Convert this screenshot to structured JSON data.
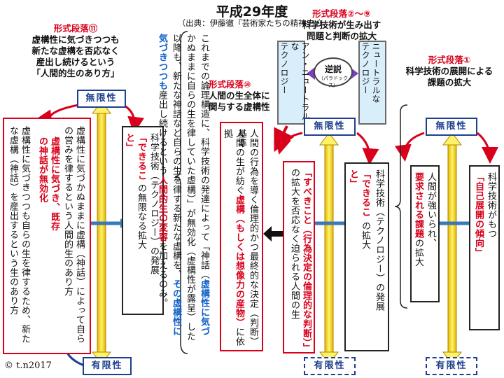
{
  "header": {
    "title": "平成29年度",
    "source": "（出典：伊藤徹『芸術家たちの精神史』）"
  },
  "captions": {
    "p11": {
      "label": "形式段落⑪",
      "text": "虚構性に気づきつつも\n新たな虚構を否応なく\n産出し続けるという\n「人間的生のあり方」"
    },
    "p2_9": {
      "label": "形式段落②～⑨",
      "text": "科学技術が生み出す\n問題と判断の拡大"
    },
    "p1": {
      "label": "形式段落①",
      "text": "科学技術の展開による\n課題の拡大"
    },
    "p10": {
      "label": "形式段落⑩",
      "text": "人間の生全体に\n関与する虚構性"
    }
  },
  "scale_labels": {
    "infinite": "無限性",
    "finite": "有限性"
  },
  "paradox": {
    "title": "逆説",
    "sub": "（パラドックス）",
    "left_bubble": "アン・ニュートラルな\nテクノロジー",
    "right_bubble": "ニュートラルな\nテクノロジー"
  },
  "texts": {
    "left_red_box": "虚構性に気づかぬままに虚構（神話）によって自らの営みを律するという人間的生のあり方",
    "left_red_box_2": "虚構性に気づきつつも自らの生を律するため、新たな虚構（神話）を産出するという生のあり方",
    "left_red_arrow": "虚構性に気づき、既存の神話が無効化",
    "left_tech_box_a": "科学技術（テクノロジー）の発展",
    "left_tech_box_b": "「できること」",
    "left_tech_box_c": "の無限なる拡大",
    "center_text_1": "これまでの論理構造に、科学技術の発達によって「神話（",
    "center_text_1_blue": "虚構性に気づ",
    "center_text_2": "かぬままに自らの生を律していた虚構）」が無効化（虚構性が露呈）した",
    "center_text_3": "以降も、新たな神話など自らの生を律する新たな虚構を、",
    "center_text_3_blue": "その虚構性に",
    "center_text_4_blue": "気づきつつも",
    "center_text_4": "産出し続けるという",
    "center_text_4_red": "人間的生の変容",
    "center_text_4_end": "を加えるのみ。",
    "mid_box_a": "人間の行為を導く倫理的かつ最終的な決定（判断）基準",
    "mid_box_b": "人間の生が紡ぐ",
    "mid_box_b_red": "虚構（もしくは想像力の産物）",
    "mid_box_b_end": "に依拠",
    "right_red_box_red": "「すべきこと（行為決定の倫理的な判断）」",
    "right_red_box": "の拡大を否応なく迫られる人間の生",
    "right_tech_a": "科学技術（テクノロジー）の発展",
    "right_tech_b": "「できること」",
    "right_tech_c": "の拡大",
    "far_red_a": "人間が強いられ、",
    "far_red_b": "要求される課題",
    "far_red_c": "の拡大",
    "far_tech_a": "科学技術がもつ",
    "far_tech_b": "「自己展開の傾向」"
  },
  "copyright": "© t.n2017"
}
